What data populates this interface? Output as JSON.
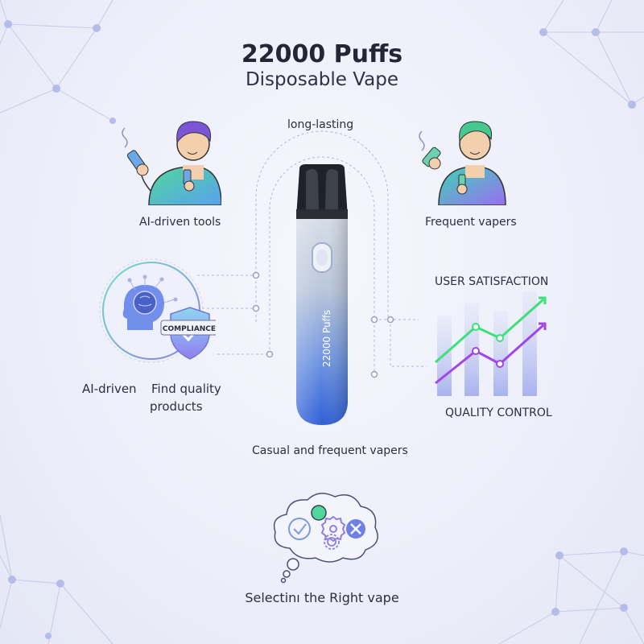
{
  "title": "22000 Puffs",
  "subtitle": "Disposable Vape",
  "arch_label": "long-lasting",
  "device_text": "22000 Puffs",
  "labels": {
    "ai_tools": "AI-driven tools",
    "frequent": "Frequent vapers",
    "compliance": "COMPLIANCE",
    "ai_driven": "AI-driven",
    "find_quality": "Find quality",
    "products": "products",
    "user_satisfaction": "USER SATISFACTION",
    "quality_control": "QUALITY CONTROL",
    "casual": "Casual and frequent vapers",
    "selecting": "Selectinı the Right vape"
  },
  "colors": {
    "accent": "#7c83d8",
    "green": "#3ee07a",
    "purple": "#a245e8",
    "device_top": "#c9d3e3",
    "device_bottom": "#3a6ee0"
  },
  "icons": [
    "network-node-decoration",
    "person-holding-vape",
    "brain-head-icon",
    "shield-check-icon",
    "check-icon",
    "x-icon",
    "gear-icon",
    "thought-cloud-icon"
  ]
}
